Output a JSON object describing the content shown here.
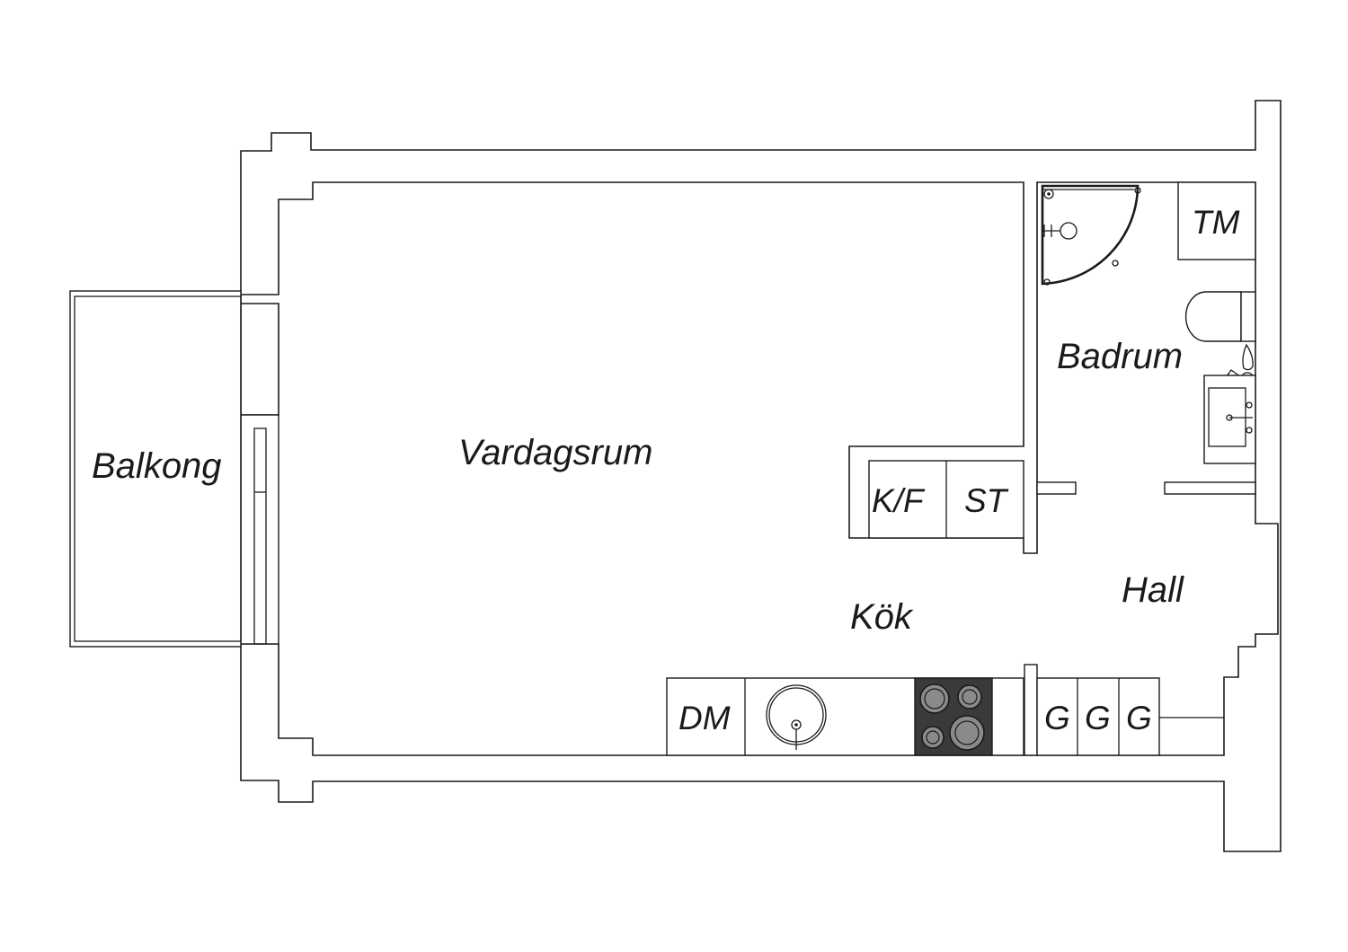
{
  "rooms": {
    "balkong": "Balkong",
    "vardagsrum": "Vardagsrum",
    "kok": "Kök",
    "badrum": "Badrum",
    "hall": "Hall"
  },
  "fixtures": {
    "dishwasher": "DM",
    "fridge_freezer": "K/F",
    "oven": "ST",
    "washing_machine": "TM",
    "wardrobe_1": "G",
    "wardrobe_2": "G",
    "wardrobe_3": "G"
  },
  "colors": {
    "line": "#1a1a1a",
    "stove_top": "#3a3a3a",
    "burner": "#8a8a8a"
  }
}
